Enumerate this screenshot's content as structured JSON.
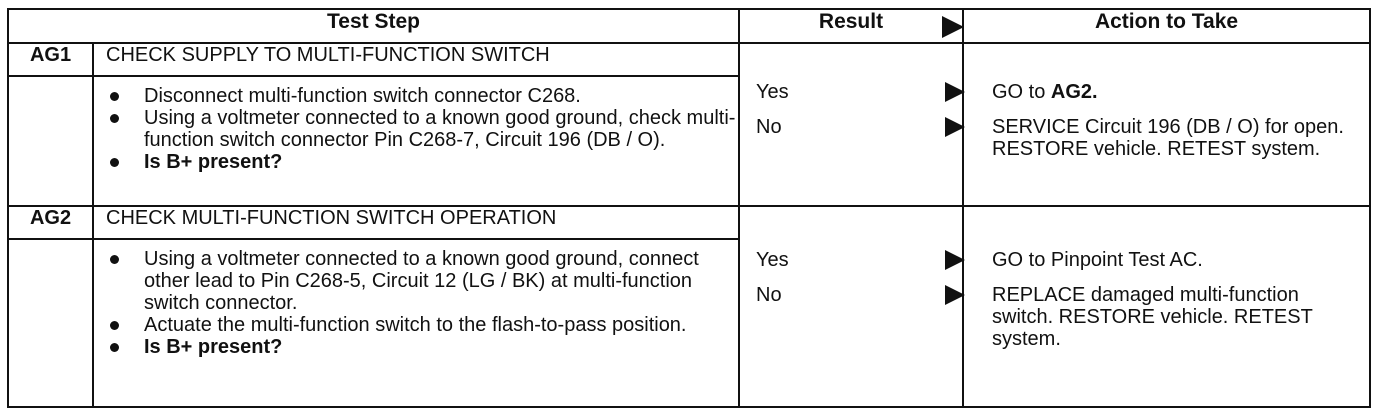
{
  "header": {
    "test_step": "Test Step",
    "result": "Result",
    "action": "Action to Take"
  },
  "steps": [
    {
      "id": "AG1",
      "title": "CHECK SUPPLY TO MULTI-FUNCTION SWITCH",
      "bullets": [
        "Disconnect multi-function switch connector C268.",
        "Using a voltmeter connected to a known good ground, check multi-function switch connector Pin C268-7, Circuit 196 (DB / O).",
        "Is B+ present?"
      ],
      "results": [
        {
          "label": "Yes",
          "action_prefix": "GO to ",
          "action_bold": "AG2.",
          "action_rest": ""
        },
        {
          "label": "No",
          "action_prefix": "SERVICE Circuit 196 (DB / O) for open. RESTORE vehicle. RETEST system.",
          "action_bold": "",
          "action_rest": ""
        }
      ]
    },
    {
      "id": "AG2",
      "title": "CHECK MULTI-FUNCTION SWITCH OPERATION",
      "bullets": [
        "Using a voltmeter connected to a known good ground, connect other lead to Pin C268-5, Circuit 12 (LG / BK) at multi-function switch connector.",
        "Actuate the multi-function switch to the flash-to-pass position.",
        "Is B+ present?"
      ],
      "results": [
        {
          "label": "Yes",
          "action_prefix": "GO to Pinpoint Test AC.",
          "action_bold": "",
          "action_rest": ""
        },
        {
          "label": "No",
          "action_prefix": "REPLACE damaged multi-function switch. RESTORE vehicle. RETEST system.",
          "action_bold": "",
          "action_rest": ""
        }
      ]
    }
  ]
}
